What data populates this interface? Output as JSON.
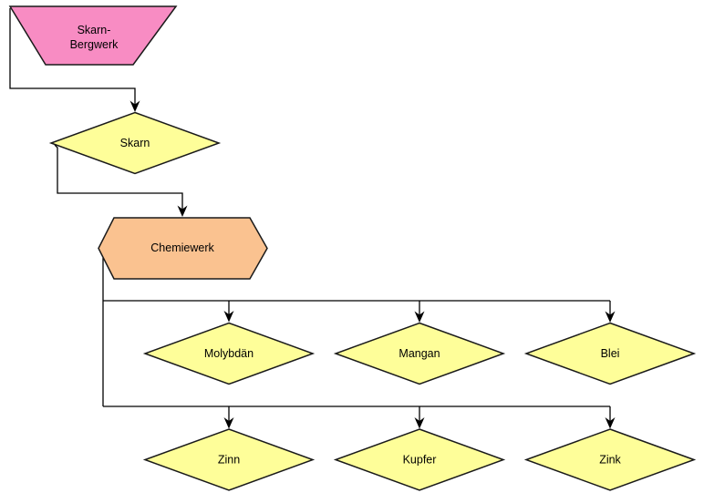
{
  "diagram": {
    "type": "flowchart",
    "background": "#ffffff",
    "colors": {
      "node_pink": "#F88CC3",
      "node_yellow": "#FEFE99",
      "node_orange": "#FAC290",
      "stroke": "#1a1a1a",
      "connector": "#000000",
      "text": "#000000"
    },
    "nodes": {
      "skarn_bergwerk": {
        "shape": "trapezoid-inverted",
        "label": "Skarn-Bergwerk",
        "label_line1": "Skarn-",
        "label_line2": "Bergwerk",
        "fill": "#F88CC3"
      },
      "skarn": {
        "shape": "diamond",
        "label": "Skarn",
        "fill": "#FEFE99"
      },
      "chemiewerk": {
        "shape": "hexagon",
        "label": "Chemiewerk",
        "fill": "#FAC290"
      },
      "molybdaen": {
        "shape": "diamond",
        "label": "Molybdän",
        "fill": "#FEFE99"
      },
      "mangan": {
        "shape": "diamond",
        "label": "Mangan",
        "fill": "#FEFE99"
      },
      "blei": {
        "shape": "diamond",
        "label": "Blei",
        "fill": "#FEFE99"
      },
      "zinn": {
        "shape": "diamond",
        "label": "Zinn",
        "fill": "#FEFE99"
      },
      "kupfer": {
        "shape": "diamond",
        "label": "Kupfer",
        "fill": "#FEFE99"
      },
      "zink": {
        "shape": "diamond",
        "label": "Zink",
        "fill": "#FEFE99"
      }
    },
    "edges": [
      {
        "from": "skarn_bergwerk",
        "to": "skarn"
      },
      {
        "from": "skarn",
        "to": "chemiewerk"
      },
      {
        "from": "chemiewerk",
        "to": "molybdaen"
      },
      {
        "from": "chemiewerk",
        "to": "mangan"
      },
      {
        "from": "chemiewerk",
        "to": "blei"
      },
      {
        "from": "chemiewerk",
        "to": "zinn"
      },
      {
        "from": "chemiewerk",
        "to": "kupfer"
      },
      {
        "from": "chemiewerk",
        "to": "zink"
      }
    ]
  }
}
